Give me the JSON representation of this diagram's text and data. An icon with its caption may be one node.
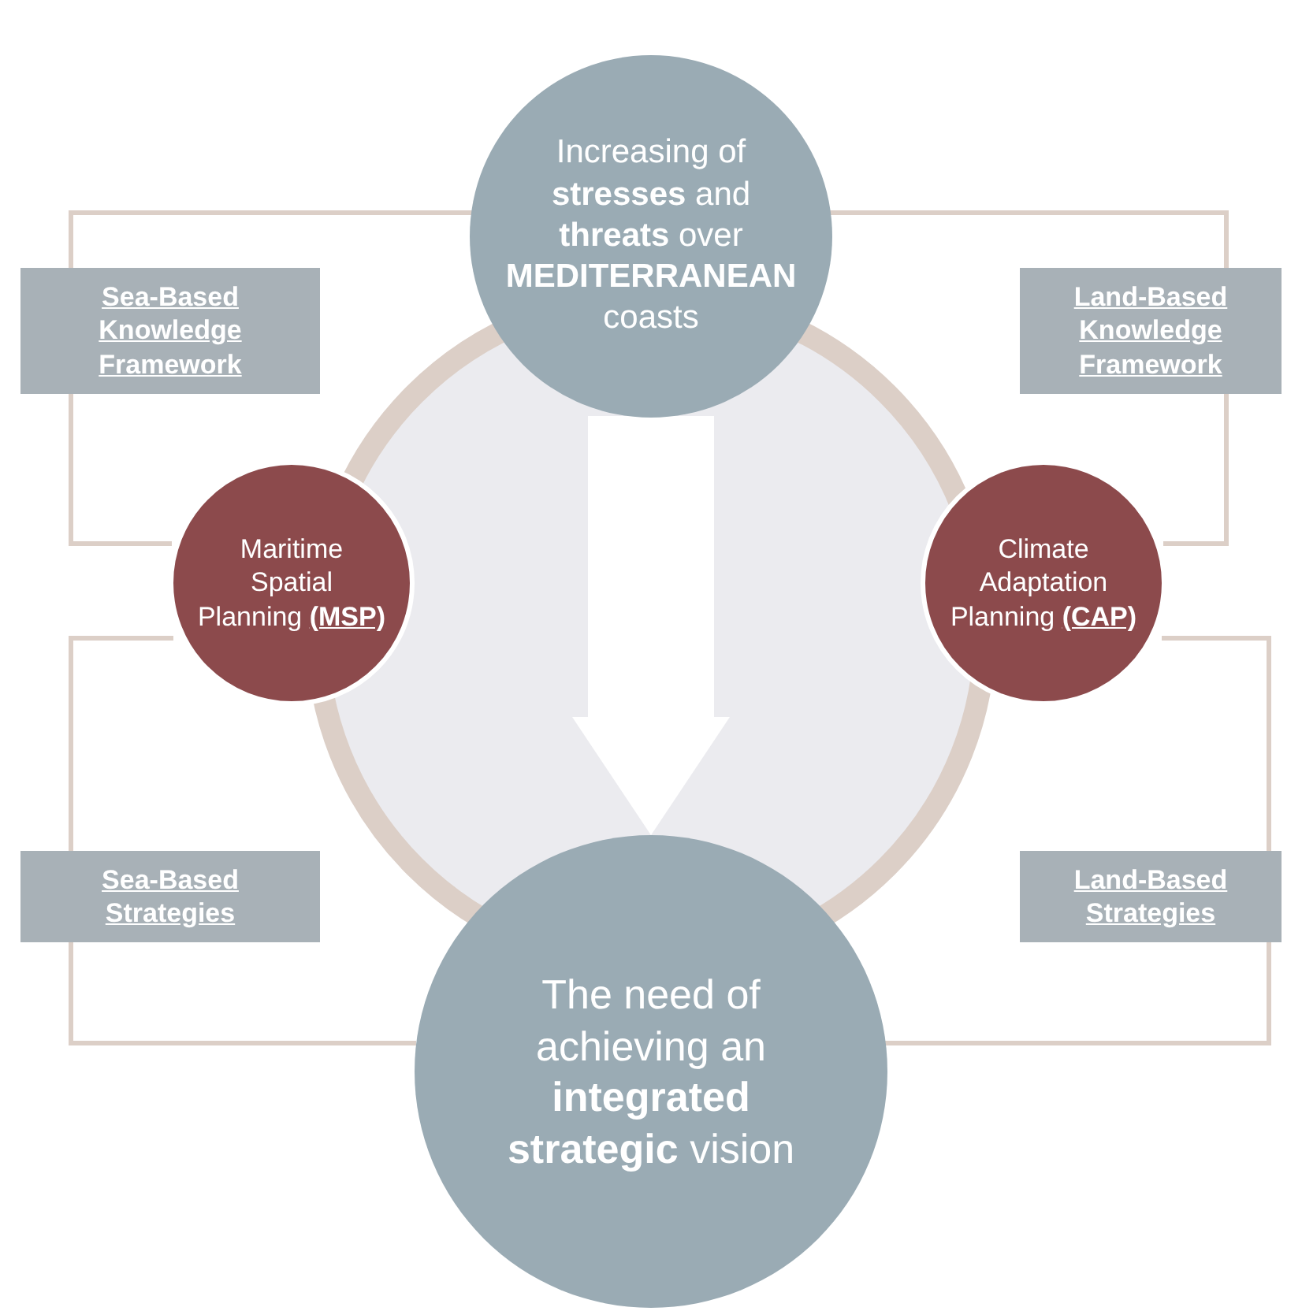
{
  "diagram": {
    "nodes": [
      {
        "text": [
          "Increasing of **stresses** and **threats** over **MEDITERRANEAN** coasts"
        ]
      },
      {
        "text": [
          "Sea-Based Knowledge Framework"
        ]
      },
      {
        "text": [
          "Land-Based Knowledge Framework"
        ]
      },
      {
        "text": [
          "Maritime Spatial Planning **(MSP)**"
        ]
      },
      {
        "text": [
          "Climate Adaptation Planning **(CAP)**"
        ]
      },
      {
        "text": [
          "Sea-Based Strategies"
        ]
      },
      {
        "text": [
          "Land-Based Strategies"
        ]
      },
      {
        "text": [
          "The need of achieving an **integrated strategic** vision"
        ]
      }
    ],
    "edges": [
      {
        "from": 0,
        "to": 1,
        "arrow": "none"
      },
      {
        "from": 1,
        "to": 3,
        "arrow": "none"
      },
      {
        "from": 3,
        "to": 5,
        "arrow": "none"
      },
      {
        "from": 5,
        "to": 7,
        "arrow": "none"
      },
      {
        "from": 0,
        "to": 2,
        "arrow": "none"
      },
      {
        "from": 2,
        "to": 4,
        "arrow": "none"
      },
      {
        "from": 4,
        "to": 6,
        "arrow": "none"
      },
      {
        "from": 6,
        "to": 7,
        "arrow": "none"
      },
      {
        "from": 0,
        "to": 7,
        "arrow": "to",
        "style": "thick",
        "color": "#ffffff"
      }
    ]
  }
}
